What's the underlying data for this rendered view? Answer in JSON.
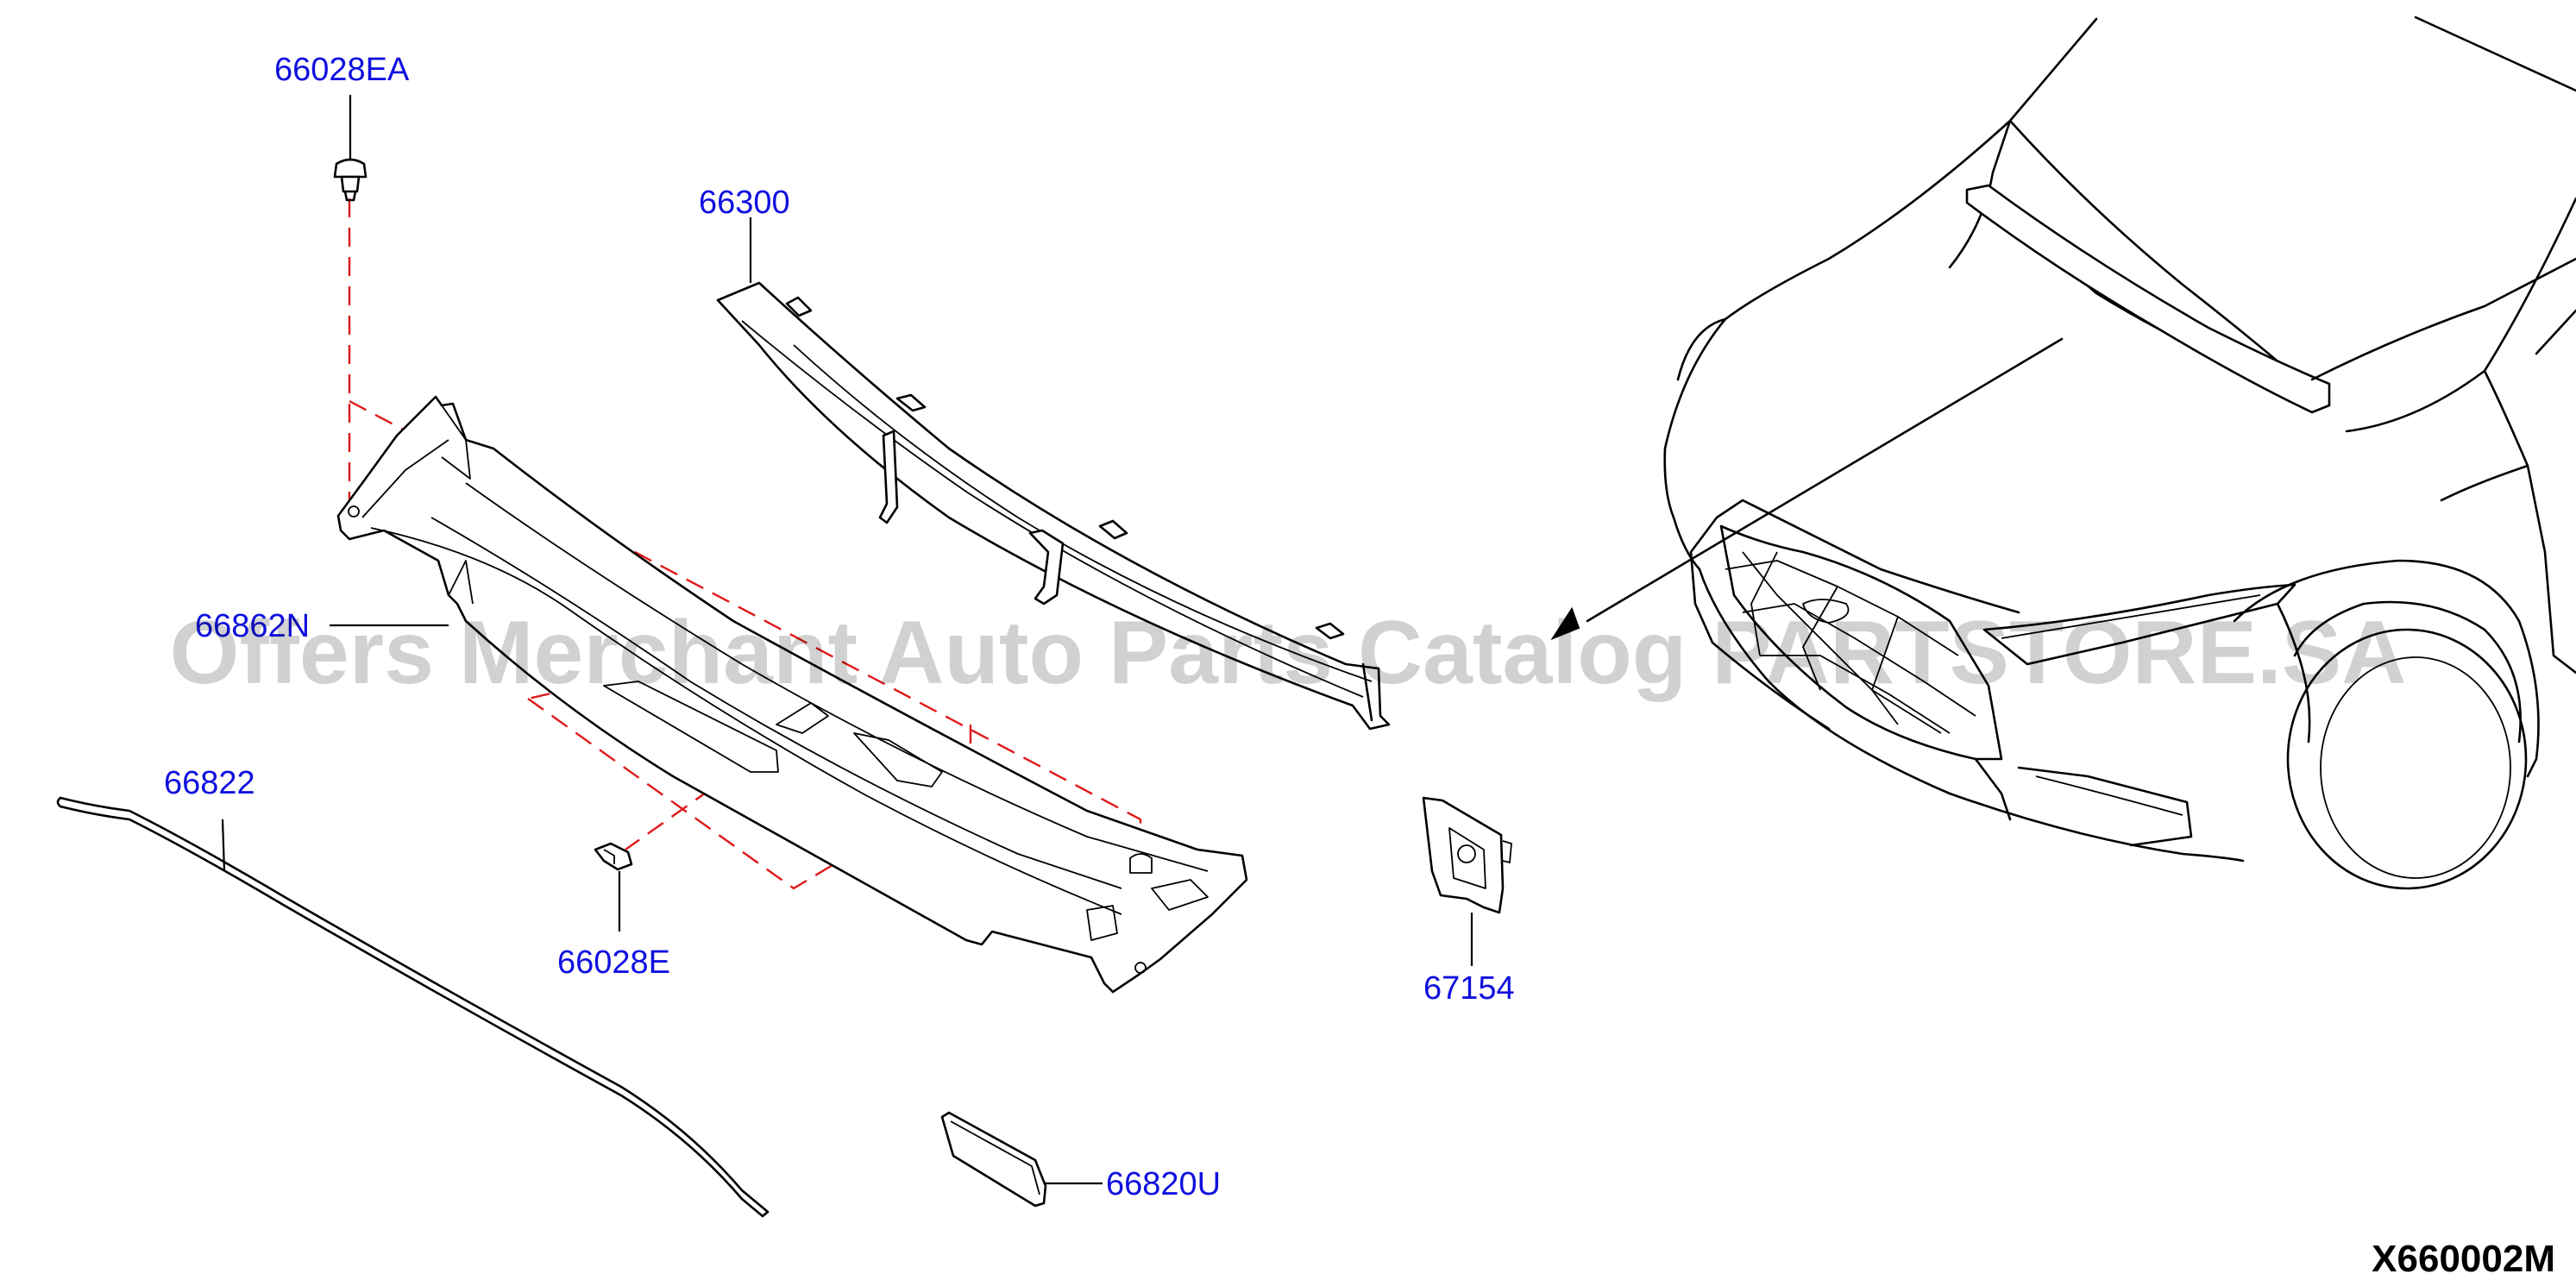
{
  "parts": [
    {
      "id": "p-66028EA",
      "number": "66028EA",
      "name": "66028EA"
    },
    {
      "id": "p-66300",
      "number": "66300",
      "name": "66300"
    },
    {
      "id": "p-66862N",
      "number": "66862N",
      "name": "66862N"
    },
    {
      "id": "p-66822",
      "number": "66822",
      "name": "66822"
    },
    {
      "id": "p-66028E",
      "number": "66028E",
      "name": "66028E"
    },
    {
      "id": "p-67154",
      "number": "67154",
      "name": "67154"
    },
    {
      "id": "p-66820U",
      "number": "66820U",
      "name": "66820U"
    }
  ],
  "diagram_code": "X660002M",
  "watermark": "Offers Merchant Auto Parts Catalog PARTSTORE.SA",
  "colors": {
    "label": "#1010e0",
    "dashed_guide": "#e01818",
    "line": "#000000",
    "watermark": "#9a9a9a"
  }
}
